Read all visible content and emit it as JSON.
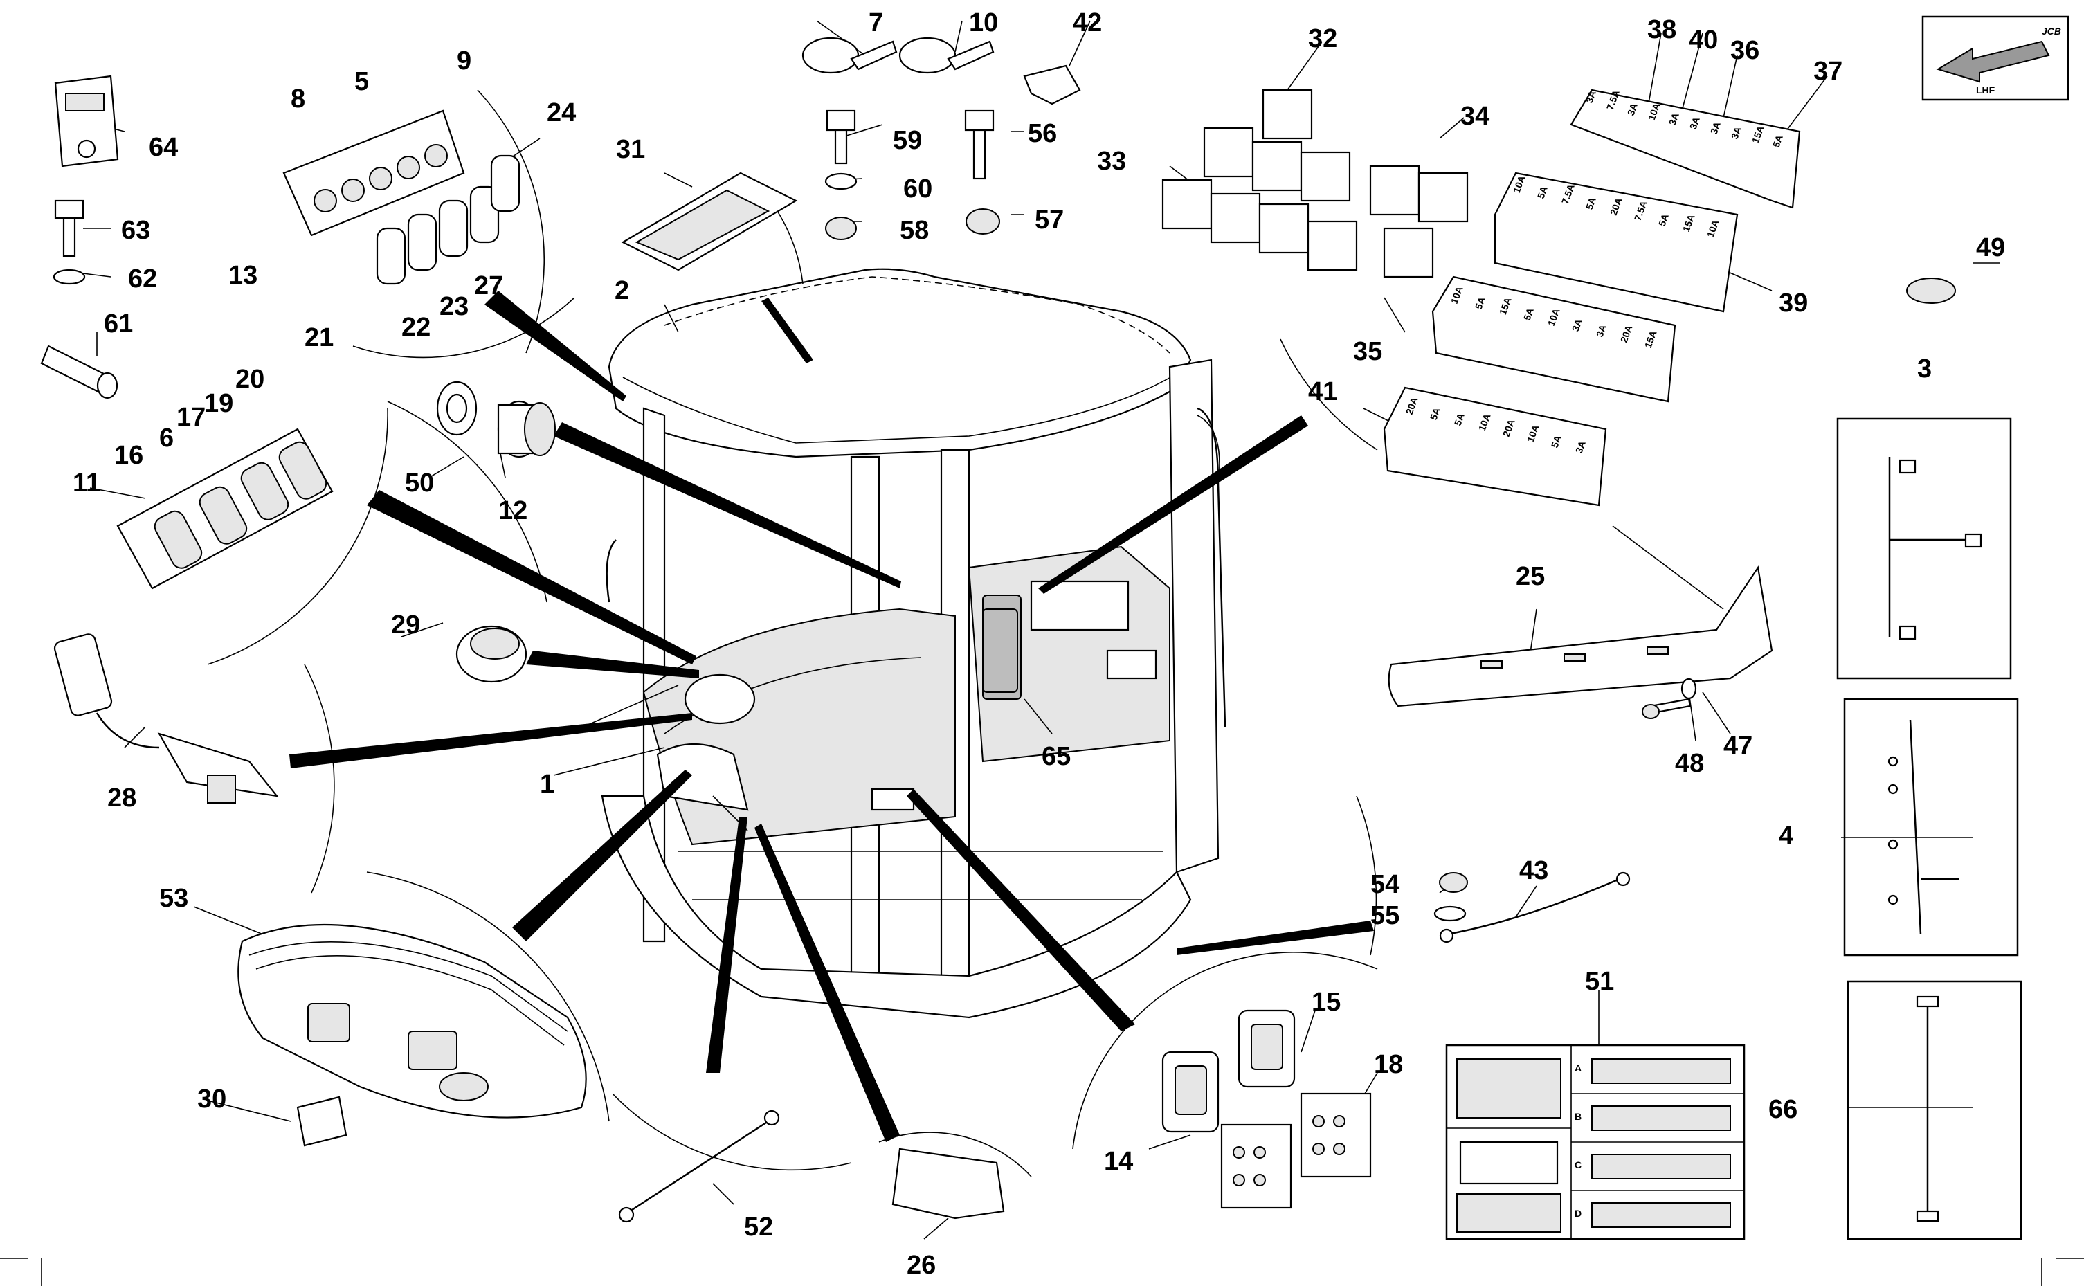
{
  "brand": {
    "logo_text": "JCB",
    "direction_label": "LHF"
  },
  "callouts": {
    "c1": "1",
    "c2": "2",
    "c3": "3",
    "c4": "4",
    "c5": "5",
    "c6": "6",
    "c7": "7",
    "c8": "8",
    "c9": "9",
    "c10": "10",
    "c11": "11",
    "c12": "12",
    "c13": "13",
    "c14": "14",
    "c15": "15",
    "c16": "16",
    "c17": "17",
    "c18": "18",
    "c19": "19",
    "c20": "20",
    "c21": "21",
    "c22": "22",
    "c23": "23",
    "c24": "24",
    "c25": "25",
    "c26": "26",
    "c27": "27",
    "c28": "28",
    "c29": "29",
    "c30": "30",
    "c31": "31",
    "c32": "32",
    "c33": "33",
    "c34": "34",
    "c35": "35",
    "c36": "36",
    "c37": "37",
    "c38": "38",
    "c39": "39",
    "c40": "40",
    "c41": "41",
    "c42": "42",
    "c43": "43",
    "c47": "47",
    "c48": "48",
    "c49": "49",
    "c50": "50",
    "c51": "51",
    "c52": "52",
    "c53": "53",
    "c54": "54",
    "c55": "55",
    "c56": "56",
    "c57": "57",
    "c58": "58",
    "c59": "59",
    "c60": "60",
    "c61": "61",
    "c62": "62",
    "c63": "63",
    "c64": "64",
    "c65": "65",
    "c66": "66"
  },
  "fuse_rows": {
    "row38": [
      "3A",
      "7.5A",
      "3A",
      "10A",
      "3A",
      "3A",
      "3A",
      "3A",
      "15A",
      "5A"
    ],
    "row39": [
      "10A",
      "5A",
      "7.5A",
      "5A",
      "20A",
      "7.5A",
      "5A",
      "15A",
      "10A"
    ],
    "row40": [
      "10A",
      "5A",
      "15A",
      "5A",
      "10A",
      "3A",
      "3A",
      "20A",
      "15A"
    ],
    "row41": [
      "20A",
      "5A",
      "5A",
      "10A",
      "20A",
      "10A",
      "5A",
      "3A"
    ]
  },
  "label_sheet": {
    "section_labels": [
      "A",
      "B",
      "C",
      "D"
    ]
  }
}
